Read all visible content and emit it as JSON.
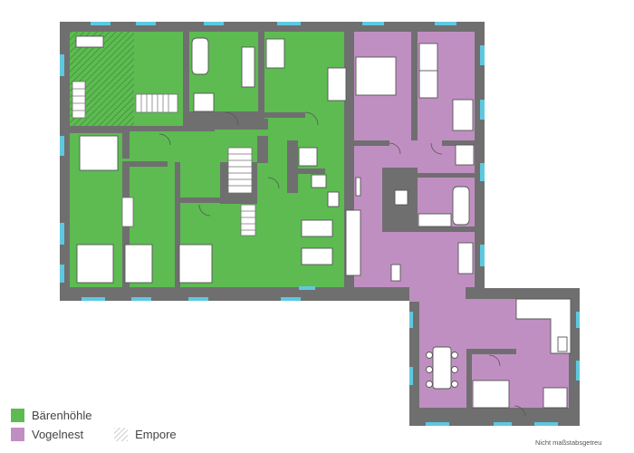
{
  "legend": {
    "items": [
      {
        "label": "Bärenhöhle",
        "color": "#5dbb52",
        "kind": "fill"
      },
      {
        "label": "Vogelnest",
        "color": "#c08fc2",
        "kind": "fill"
      },
      {
        "label": "Empore",
        "color": "#cfcfcf",
        "kind": "hatch"
      }
    ]
  },
  "note": "Nicht maßstabsgetreu",
  "colors": {
    "wall": "#6f6f6f",
    "window": "#5ec8e0",
    "baerenhoehle": "#5dbb52",
    "vogelnest": "#c08fc2",
    "fixture": "#ffffff"
  }
}
